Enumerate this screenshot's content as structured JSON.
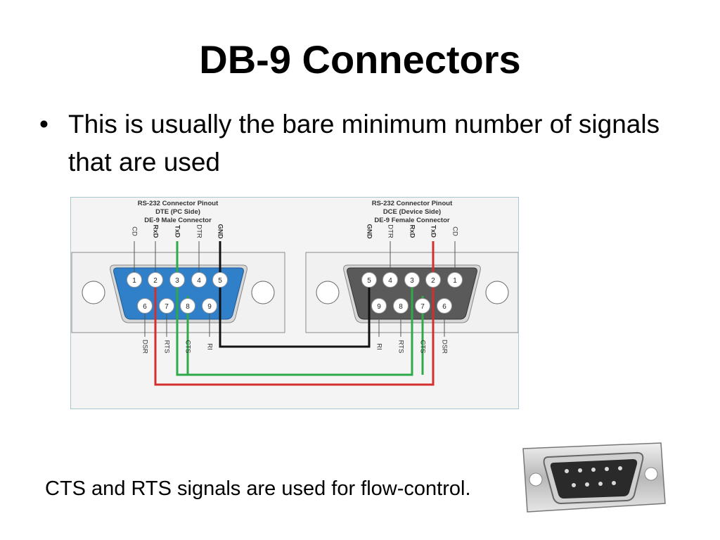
{
  "slide": {
    "title": "DB-9 Connectors",
    "bullet": "This is usually the bare minimum number of signals that are used",
    "caption": "CTS and RTS signals are used for flow-control."
  },
  "diagram": {
    "left": {
      "title_lines": [
        "RS-232 Connector Pinout",
        "DTE (PC Side)",
        "DE-9 Male Connector"
      ],
      "top_labels": [
        "CD",
        "RxD",
        "TxD",
        "DTR",
        "GND"
      ],
      "bottom_labels": [
        "DSR",
        "RTS",
        "CTS",
        "RI"
      ],
      "top_pins": [
        "1",
        "2",
        "3",
        "4",
        "5"
      ],
      "bottom_pins": [
        "6",
        "7",
        "8",
        "9"
      ],
      "body_color": "#2f7fc9"
    },
    "right": {
      "title_lines": [
        "RS-232 Connector Pinout",
        "DCE (Device Side)",
        "DE-9 Female Connector"
      ],
      "top_labels": [
        "GND",
        "DTR",
        "RxD",
        "TxD",
        "CD"
      ],
      "bottom_labels": [
        "RI",
        "RTS",
        "CTS",
        "DSR"
      ],
      "top_pins": [
        "5",
        "4",
        "3",
        "2",
        "1"
      ],
      "bottom_pins": [
        "9",
        "8",
        "7",
        "6"
      ],
      "body_color": "#5a5a5a"
    },
    "wire_colors": {
      "ground": "#111111",
      "tx_rx": "#2eaa4a",
      "rx_tx": "#d32f2f"
    }
  }
}
